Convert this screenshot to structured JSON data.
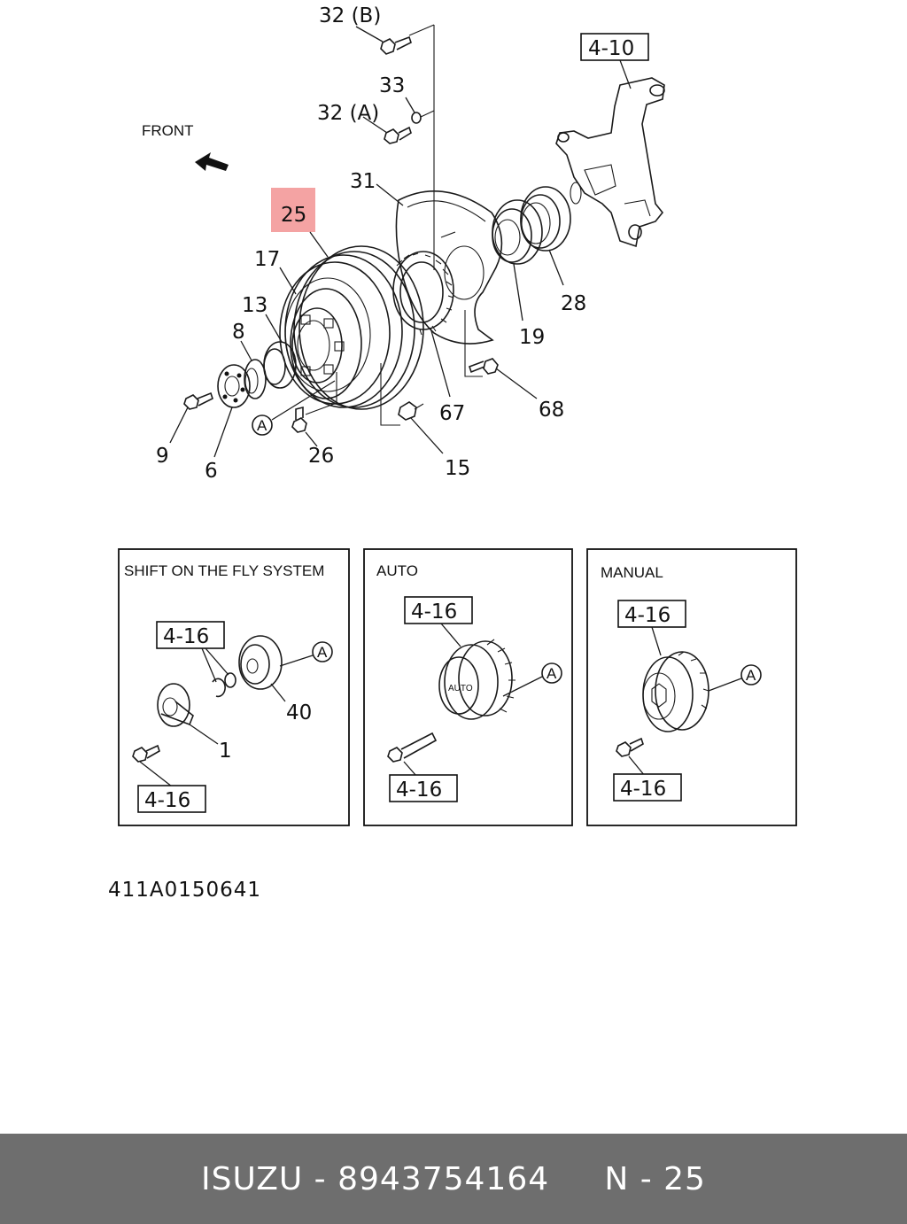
{
  "labels": {
    "c32b": "32 (B)",
    "c33": "33",
    "c32a": "32 (A)",
    "front": "FRONT",
    "c31": "31",
    "c25": "25",
    "c17": "17",
    "c13": "13",
    "c8": "8",
    "c9": "9",
    "c6": "6",
    "cA": "A",
    "c26": "26",
    "c15": "15",
    "c67": "67",
    "c68": "68",
    "c19": "19",
    "c28": "28",
    "ref410": "4-10"
  },
  "panels": {
    "shift": {
      "title": "SHIFT ON THE FLY SYSTEM",
      "ref_top": "4-16",
      "ref_bottom": "4-16",
      "c40": "40",
      "c1": "1",
      "cA": "A"
    },
    "auto": {
      "title": "AUTO",
      "ref_top": "4-16",
      "ref_bottom": "4-16",
      "hub_text": "AUTO",
      "cA": "A"
    },
    "manual": {
      "title": "MANUAL",
      "ref_top": "4-16",
      "ref_bottom": "4-16",
      "cA": "A"
    }
  },
  "drawing_code": "411A0150641",
  "highlight_color": "#f4a3a3",
  "footer": {
    "text": "ISUZU - 8943754164     N - 25"
  }
}
